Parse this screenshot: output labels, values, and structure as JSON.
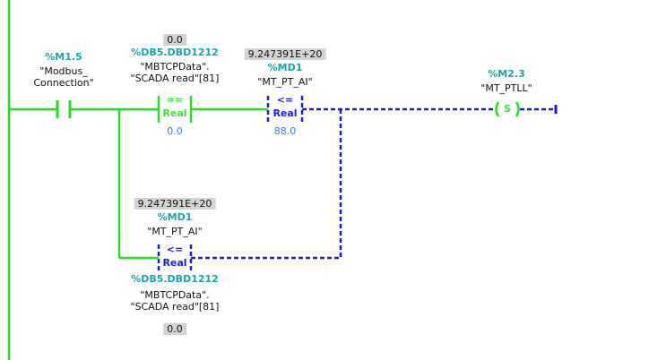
{
  "contact": {
    "address": "%M1.5",
    "tag_line1": "\"Modbus_",
    "tag_line2": "Connection\""
  },
  "cmp1": {
    "monitor": "0.0",
    "address": "%DB5.DBD1212",
    "tag_line1": "\"MBTCPData\".",
    "tag_line2": "\"SCADA read\"[81]",
    "operator": "==",
    "type": "Real",
    "operand2": "0.0"
  },
  "cmp2": {
    "monitor": "9.247391E+20",
    "address": "%MD1",
    "tag": "\"MT_PT_AI\"",
    "operator": "<=",
    "type": "Real",
    "operand2": "88.0"
  },
  "cmp3": {
    "monitor": "9.247391E+20",
    "address": "%MD1",
    "tag": "\"MT_PT_AI\"",
    "operator": "<=",
    "type": "Real",
    "address2": "%DB5.DBD1212",
    "tag2_line1": "\"MBTCPData\".",
    "tag2_line2": "\"SCADA read\"[81]",
    "monitor2": "0.0"
  },
  "coil": {
    "address": "%M2.3",
    "tag": "\"MT_PTLL\"",
    "symbol": "S"
  },
  "colors": {
    "energized": "#22e022",
    "not_energized": "#1a1ae8"
  }
}
